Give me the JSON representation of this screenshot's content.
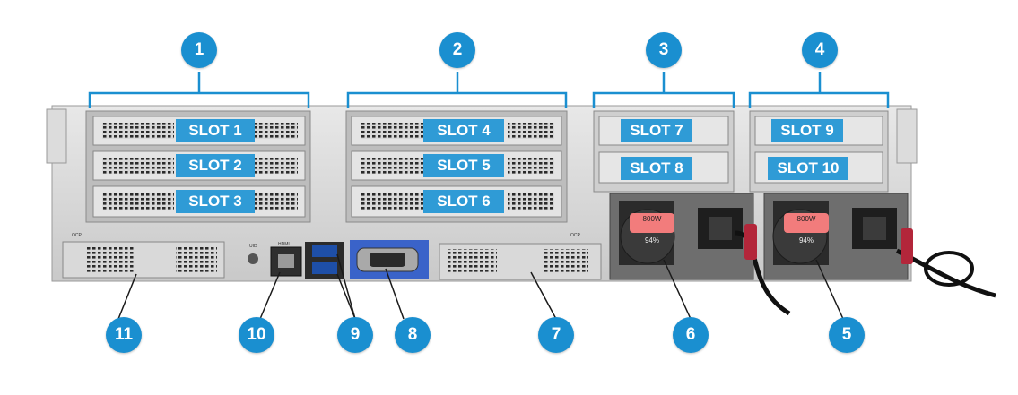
{
  "callouts": [
    "1",
    "2",
    "3",
    "4",
    "5",
    "6",
    "7",
    "8",
    "9",
    "10",
    "11"
  ],
  "slots": [
    "SLOT 1",
    "SLOT 2",
    "SLOT 3",
    "SLOT 4",
    "SLOT 5",
    "SLOT 6",
    "SLOT 7",
    "SLOT 8",
    "SLOT 9",
    "SLOT 10"
  ],
  "psu": [
    {
      "rating": "800W",
      "efficiency": "94%"
    },
    {
      "rating": "800W",
      "efficiency": "94%"
    }
  ],
  "port_labels": {
    "hdmi": "HDMI",
    "uid": "UID",
    "ocp_left": "OCP",
    "ocp_right": "OCP"
  },
  "colors": {
    "callout": "#1a8fd0",
    "slot_label": "#2f9bd6",
    "vga_panel": "#3a63c9",
    "psu_label": "#f27c7c",
    "latch": "#b3263a"
  }
}
